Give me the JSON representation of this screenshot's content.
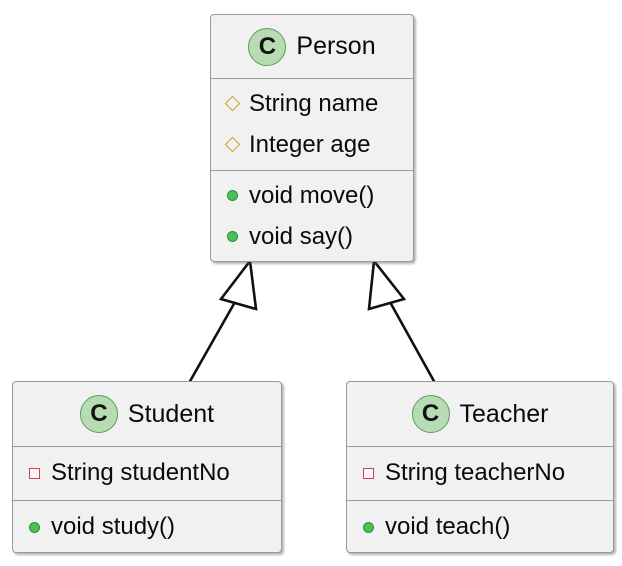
{
  "diagram": {
    "type": "uml-class-diagram",
    "title": "",
    "background_color": "#ffffff",
    "class_fill_color": "#f1f1f1",
    "class_border_color": "#9a9a9a",
    "badge_fill_color": "#b7dcb4",
    "badge_border_color": "#5d9b5c",
    "marker_colors": {
      "package-diamond": "#c9a227",
      "public-circle": "#4cbf56",
      "private-square": "#c0485a"
    },
    "classes": [
      {
        "id": "person",
        "name": "Person",
        "stereotype_icon": "class-badge-icon",
        "stereotype_letter": "C",
        "attributes": [
          {
            "marker": "package-diamond",
            "label": "String name"
          },
          {
            "marker": "package-diamond",
            "label": "Integer age"
          }
        ],
        "operations": [
          {
            "marker": "public-circle",
            "label": "void move()"
          },
          {
            "marker": "public-circle",
            "label": "void say()"
          }
        ]
      },
      {
        "id": "student",
        "name": "Student",
        "stereotype_icon": "class-badge-icon",
        "stereotype_letter": "C",
        "attributes": [
          {
            "marker": "private-square",
            "label": "String studentNo"
          }
        ],
        "operations": [
          {
            "marker": "public-circle",
            "label": "void study()"
          }
        ]
      },
      {
        "id": "teacher",
        "name": "Teacher",
        "stereotype_icon": "class-badge-icon",
        "stereotype_letter": "C",
        "attributes": [
          {
            "marker": "private-square",
            "label": "String teacherNo"
          }
        ],
        "operations": [
          {
            "marker": "public-circle",
            "label": "void teach()"
          }
        ]
      }
    ],
    "relationships": [
      {
        "id": "student-extends-person",
        "kind": "generalization",
        "from": "Student",
        "to": "Person",
        "arrowhead": "hollow-triangle",
        "label": ""
      },
      {
        "id": "teacher-extends-person",
        "kind": "generalization",
        "from": "Teacher",
        "to": "Person",
        "arrowhead": "hollow-triangle",
        "label": ""
      }
    ]
  }
}
